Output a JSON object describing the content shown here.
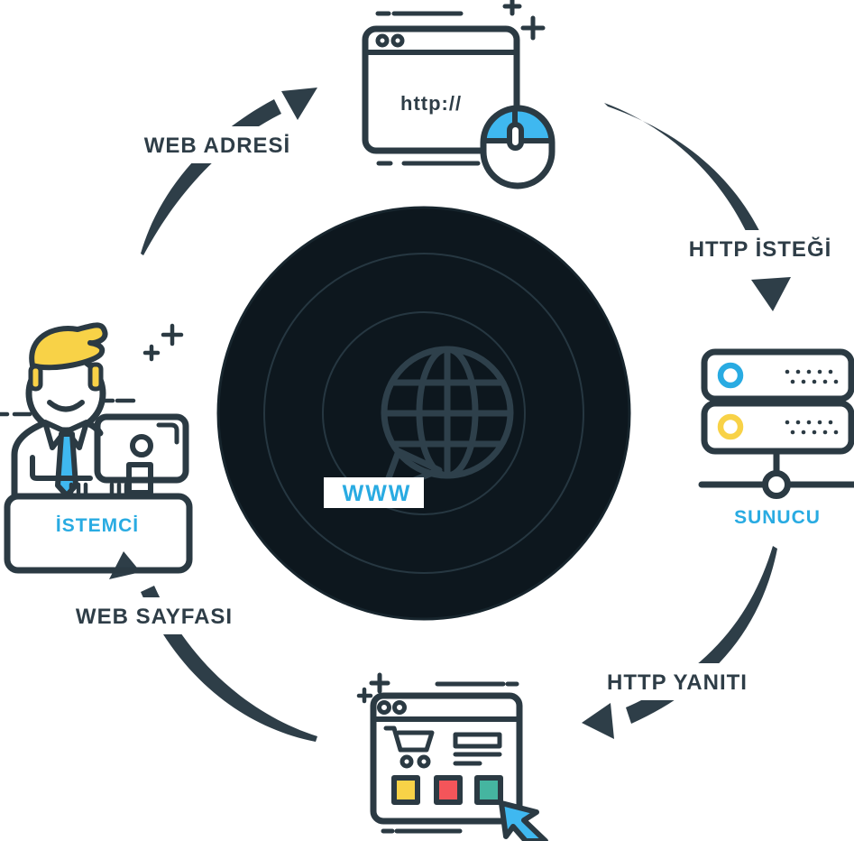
{
  "diagram": {
    "labels": {
      "web_address": "WEB ADRESİ",
      "http_request": "HTTP İSTEĞİ",
      "server": "SUNUCU",
      "http_response": "HTTP YANITI",
      "web_page": "WEB SAYFASI",
      "client": "İSTEMCİ",
      "www": "WWW",
      "browser_url": "http://"
    },
    "icons": [
      "globe-speech-bubble-icon",
      "browser-window-icon",
      "mouse-icon",
      "server-icon",
      "client-person-icon",
      "monitor-icon",
      "shopping-cart-icon",
      "cursor-arrow-icon",
      "plus-sparkle-icon"
    ],
    "colors": {
      "ink": "#2B3A43",
      "ink_text": "#2E3D47",
      "arrow": "#2E3E48",
      "accent_blue": "#29ABE2",
      "bright_blue": "#3FB8F0",
      "yellow": "#F8D247",
      "red": "#F4555A",
      "teal": "#45B5A0",
      "disc": "#0D171E",
      "ring": "#263741",
      "ring_edge": "#17252D",
      "globe": "#2E404B",
      "white": "#FFFFFF"
    }
  }
}
